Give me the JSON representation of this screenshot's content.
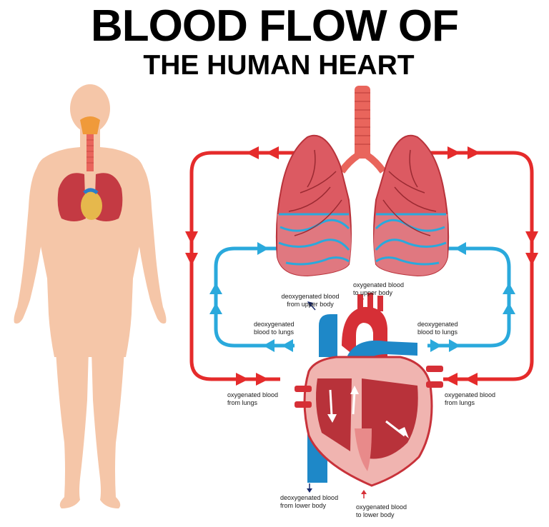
{
  "title": {
    "line1": "BLOOD FLOW OF",
    "line2": "THE HUMAN HEART"
  },
  "labels": {
    "deoxy_upper": [
      "deoxygenated blood",
      "from upper body"
    ],
    "oxy_upper": [
      "oxygenated blood",
      "to upper body"
    ],
    "deoxy_lungs_left": [
      "deoxygenated",
      "blood to lungs"
    ],
    "deoxy_lungs_right": [
      "deoxygenated",
      "blood to lungs"
    ],
    "oxy_from_lungs_left": [
      "oxygenated blood",
      "from lungs"
    ],
    "oxy_from_lungs_right": [
      "oxygenated blood",
      "from lungs"
    ],
    "deoxy_lower": [
      "deoxygenated blood",
      "from lower body"
    ],
    "oxy_lower": [
      "oxygenated blood",
      "to lower body"
    ]
  },
  "colors": {
    "oxygenated": "#e52b2b",
    "deoxygenated": "#2aa9dc",
    "skin": "#f5c6a8",
    "lung": "#d9525c",
    "heart": "#c8323a",
    "vena_cava": "#1e88c8"
  }
}
